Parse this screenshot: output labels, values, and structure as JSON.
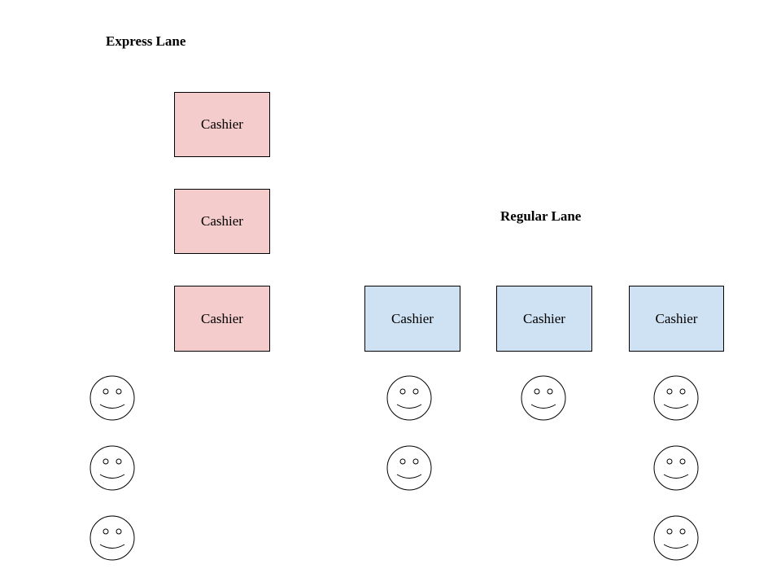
{
  "express": {
    "label": "Express Lane",
    "color": "#f4cccc",
    "cashiers": [
      "Cashier",
      "Cashier",
      "Cashier"
    ],
    "queue_length": 3
  },
  "regular": {
    "label": "Regular Lane",
    "color": "#cfe2f3",
    "cashiers": [
      "Cashier",
      "Cashier",
      "Cashier"
    ],
    "queue_lengths": [
      2,
      1,
      3
    ]
  },
  "icons": {
    "customer": "smiley-face-icon"
  }
}
